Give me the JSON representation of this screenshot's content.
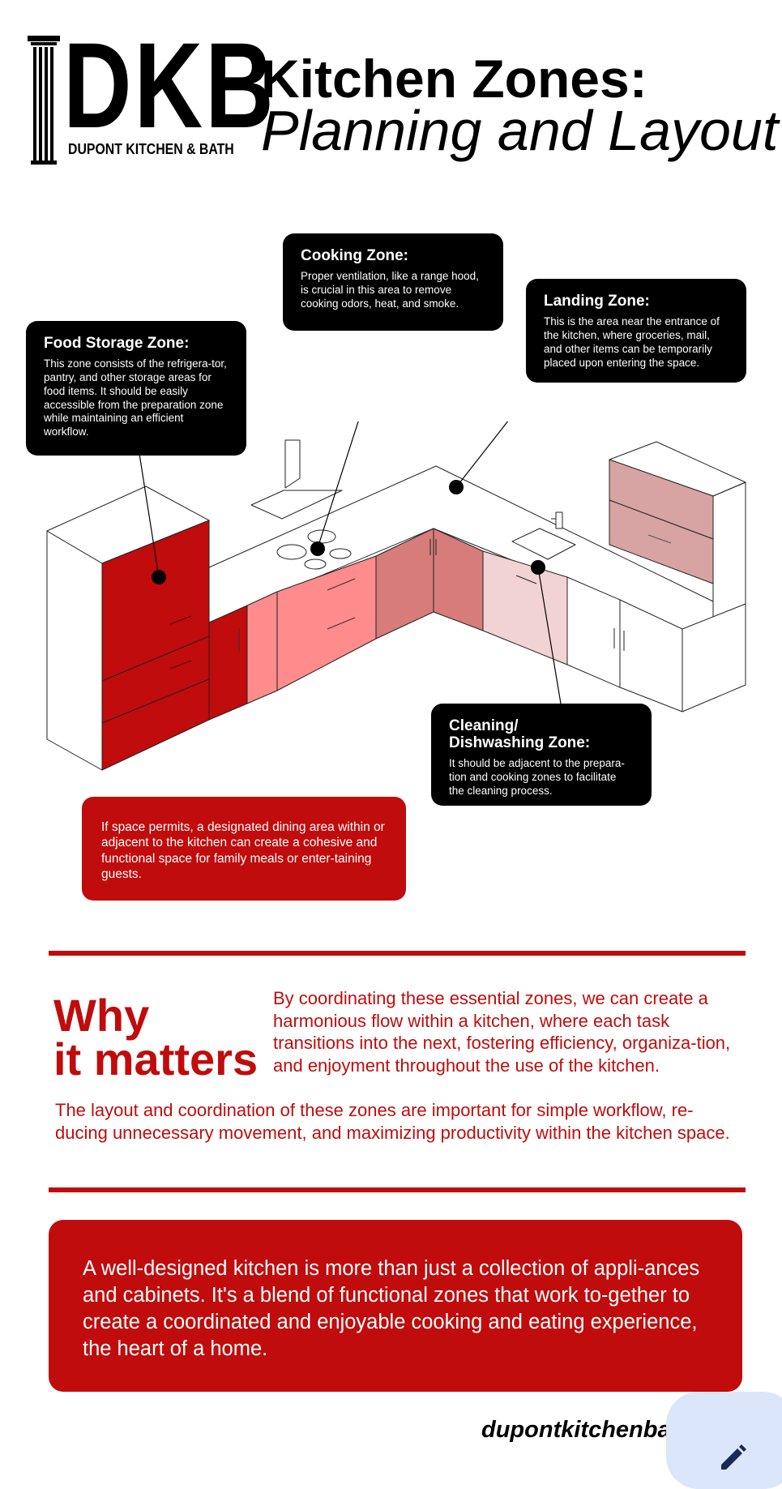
{
  "header": {
    "logo_letters": "DKB",
    "logo_subtitle": "DUPONT KITCHEN & BATH",
    "title_line1": "Kitchen Zones:",
    "title_line2": "Planning and Layout"
  },
  "zones": {
    "storage": {
      "title": "Food Storage Zone:",
      "text": "This zone consists of the refrigera-tor, pantry, and other storage areas for food items. It should be easily accessible from the preparation zone while maintaining an efficient workflow."
    },
    "cooking": {
      "title": "Cooking Zone:",
      "text": "Proper ventilation, like a range hood, is crucial in this area to remove cooking odors, heat, and smoke."
    },
    "landing": {
      "title": "Landing Zone:",
      "text": "This is the area near the entrance of the kitchen, where groceries, mail, and other items can be temporarily placed upon entering the space."
    },
    "cleaning": {
      "title": "Cleaning/\nDishwashing Zone:",
      "text": "It should be adjacent to the prepara-tion and cooking zones to facilitate the cleaning process."
    }
  },
  "dining_note": "If space permits, a designated dining area within or adjacent to the kitchen can create a cohesive and functional space for family meals or enter-taining guests.",
  "why": {
    "title": "Why\nit matters",
    "text1": "By coordinating these essential zones, we can create a harmonious flow within a kitchen, where each task transitions into the next, fostering efficiency, organiza-tion, and enjoyment throughout the use of the kitchen.",
    "text2": "The layout and coordination of these zones are important for simple workflow, re-ducing unnecessary movement, and maximizing productivity within the kitchen space."
  },
  "closing": "A well-designed kitchen is more than just a collection of appli-ances and cabinets.  It's a blend of functional zones that work to-gether to create a coordinated and enjoyable cooking and eating experience, the heart of a home.",
  "footer": {
    "website": "dupontkitchenba"
  },
  "colors": {
    "brand_red": "#c00c0c",
    "callout_black": "#000000",
    "fab_bg": "#dce6fb"
  },
  "icons": {
    "fab": "pencil-icon"
  }
}
